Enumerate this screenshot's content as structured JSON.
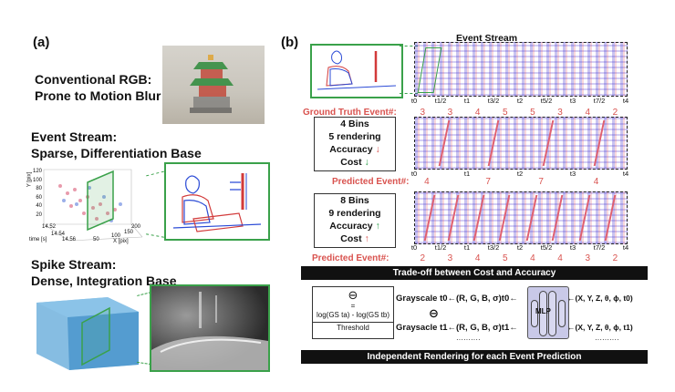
{
  "panel_a": {
    "label": "(a)",
    "rgb": {
      "title_line1": "Conventional RGB:",
      "title_line2": "Prone to Motion Blur"
    },
    "event": {
      "title_line1": "Event Stream:",
      "title_line2": "Sparse, Differentiation Base",
      "plot_axis_y": "Y [pix]",
      "plot_axis_x": "X [pix]",
      "plot_axis_t": "time [s]",
      "plot_ticks_y": [
        "120",
        "100",
        "80",
        "60",
        "40",
        "20"
      ],
      "plot_ticks_t": [
        "14.52",
        "14.54",
        "14.56"
      ],
      "plot_ticks_x": [
        "200",
        "150",
        "100",
        "50"
      ]
    },
    "spike": {
      "title_line1": "Spike Stream:",
      "title_line2": "Dense, Integration Base"
    }
  },
  "panel_b": {
    "label": "(b)",
    "stream_title": "Event Stream",
    "ground_truth_label": "Ground Truth Event#:",
    "predicted_label": "Predicted Event#:",
    "row1_ticks": [
      "t0",
      "t1/2",
      "t1",
      "t3/2",
      "t2",
      "t5/2",
      "t3",
      "t7/2",
      "t4"
    ],
    "row1_counts": [
      "3",
      "3",
      "4",
      "5",
      "5",
      "3",
      "4",
      "2"
    ],
    "row2_ticks": [
      "t0",
      "t1",
      "t2",
      "t3",
      "t4"
    ],
    "row2_counts": [
      "4",
      "7",
      "7",
      "4"
    ],
    "row3_ticks": [
      "t0",
      "t1/2",
      "t1",
      "t3/2",
      "t2",
      "t5/2",
      "t3",
      "t7/2",
      "t4"
    ],
    "row3_counts": [
      "2",
      "3",
      "4",
      "5",
      "4",
      "4",
      "3",
      "2"
    ],
    "box4": {
      "line1": "4 Bins",
      "line2": "5 rendering",
      "line3": "Accuracy",
      "line3_arrow": "↓",
      "line4": "Cost",
      "line4_arrow": "↓"
    },
    "box8": {
      "line1": "8 Bins",
      "line2": "9 rendering",
      "line3": "Accuracy",
      "line3_arrow": "↑",
      "line4": "Cost",
      "line4_arrow": "↑"
    },
    "banner_tradeoff": "Trade-off between Cost and Accuracy",
    "banner_independent": "Independent Rendering for each Event Prediction",
    "threshold": {
      "symbol": "⊖",
      "equals": "=",
      "formula": "log(GS ta) - log(GS tb)",
      "label": "Threshold"
    },
    "render": {
      "gs_t0": "Grayscale t0←(R, G, B, σ)t0←",
      "gs_t1": "Graysacle t1←(R, G, B, σ)t1←",
      "minus": "⊖",
      "dots_left": "··········",
      "mlp": "MLP",
      "in_t0": "←(X, Y, Z, θ, ϕ, t0)",
      "in_t1": "←(X, Y, Z, θ, ϕ, t1)",
      "dots_right": "··········"
    }
  },
  "colors": {
    "accent_green": "#3aa14a",
    "accent_red": "#d9534f",
    "banner": "#111111"
  }
}
